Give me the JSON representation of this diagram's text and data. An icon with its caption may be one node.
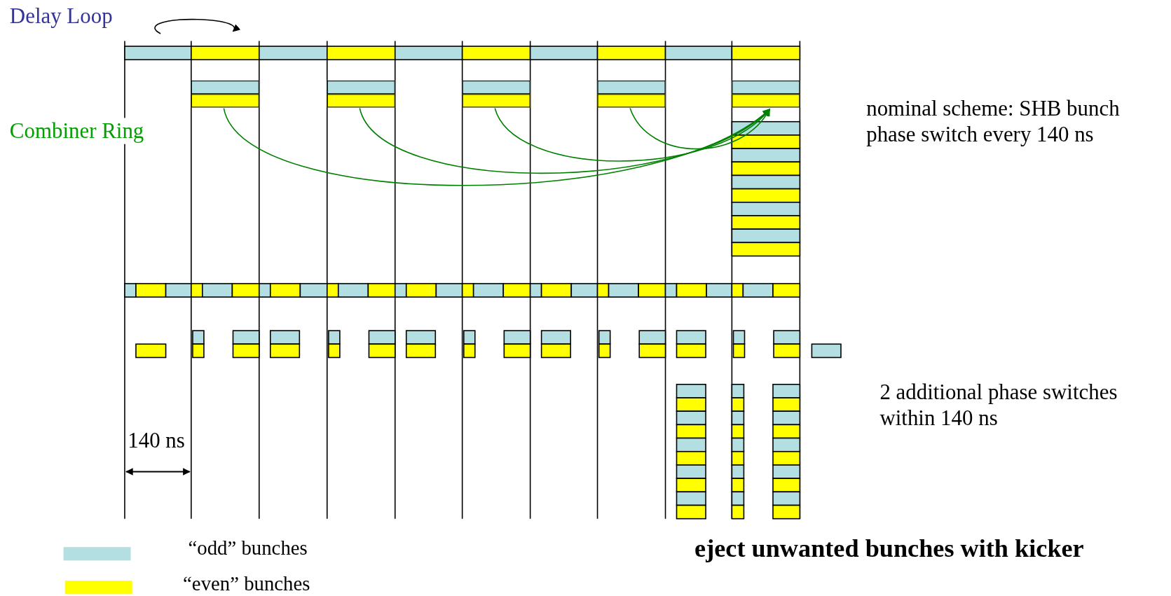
{
  "diagram": {
    "nodes": [
      {
        "text": [],
        "shape": "bar"
      },
      {
        "text": [],
        "shape": "bar"
      },
      {
        "text": [],
        "shape": "bar"
      },
      {
        "text": [],
        "shape": "bar"
      },
      {
        "text": [],
        "shape": "bar"
      }
    ],
    "edges": [
      {
        "from": 0,
        "to": 4,
        "arrow": "to"
      },
      {
        "from": 1,
        "to": 4,
        "arrow": "to"
      },
      {
        "from": 2,
        "to": 4,
        "arrow": "to"
      },
      {
        "from": 3,
        "to": 4,
        "arrow": "to"
      }
    ],
    "labels": [
      "Delay Loop",
      "Combiner Ring",
      "nominal scheme: SHB bunch phase switch every 140 ns",
      "140 ns",
      "2 additional phase switches within 140 ns",
      "eject unwanted bunches with kicker"
    ],
    "legend": [
      {
        "text": "“odd” bunches",
        "color": "#b4dfe2"
      },
      {
        "text": "“even” bunches",
        "color": "#ffff00"
      }
    ]
  }
}
